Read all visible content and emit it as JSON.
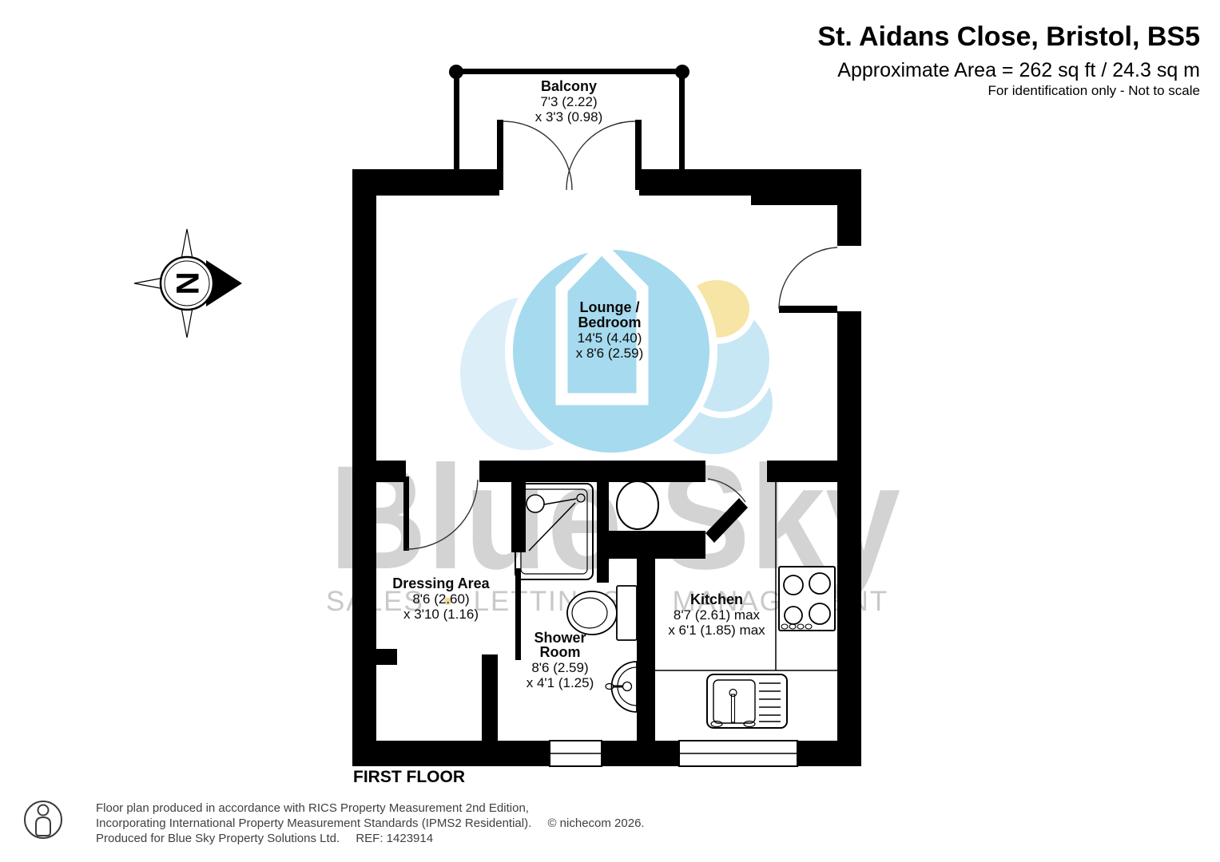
{
  "title_block": {
    "address": "St. Aidans Close, Bristol, BS5",
    "area_line": "Approximate Area = 262 sq ft / 24.3 sq m",
    "note": "For identification only - Not to scale"
  },
  "floor_label": "FIRST FLOOR",
  "compass": {
    "north": "N"
  },
  "rooms": {
    "balcony": {
      "name": "Balcony",
      "dim1": "7'3 (2.22)",
      "dim2": "x 3'3 (0.98)"
    },
    "lounge": {
      "name_line1": "Lounge /",
      "name_line2": "Bedroom",
      "dim1": "14'5 (4.40)",
      "dim2": "x 8'6 (2.59)"
    },
    "dressing": {
      "name": "Dressing Area",
      "dim1": "8'6 (2.60)",
      "dim2": "x 3'10 (1.16)"
    },
    "shower": {
      "name_line1": "Shower",
      "name_line2": "Room",
      "dim1": "8'6 (2.59)",
      "dim2": "x 4'1 (1.25)"
    },
    "kitchen": {
      "name": "Kitchen",
      "dim1": "8'7 (2.61) max",
      "dim2": "x 6'1 (1.85) max"
    }
  },
  "watermark": {
    "brand": "Blue Sky",
    "word1": "SALES",
    "word2": "LETTINGS",
    "word3": "MANAGEMENT",
    "separator": "•"
  },
  "footer": {
    "line1": "Floor plan produced in accordance with RICS Property Measurement 2nd Edition,",
    "line2": "Incorporating International Property Measurement Standards (IPMS2 Residential).",
    "copyright": "© nichecom 2026.",
    "line3": "Produced for Blue Sky Property Solutions Ltd.",
    "ref": "REF:  1423914"
  },
  "colors": {
    "wall": "#000000",
    "watermark_gray": "#d3d3d3",
    "tagline_gray": "#c9c9c9",
    "tagline_dot": "#eeda9e",
    "cloud_blue": "#a6daee",
    "cloud_blue_mid": "#c8e7f5",
    "cloud_blue_light": "#dceef8",
    "cloud_yellow": "#f6e5a4"
  }
}
